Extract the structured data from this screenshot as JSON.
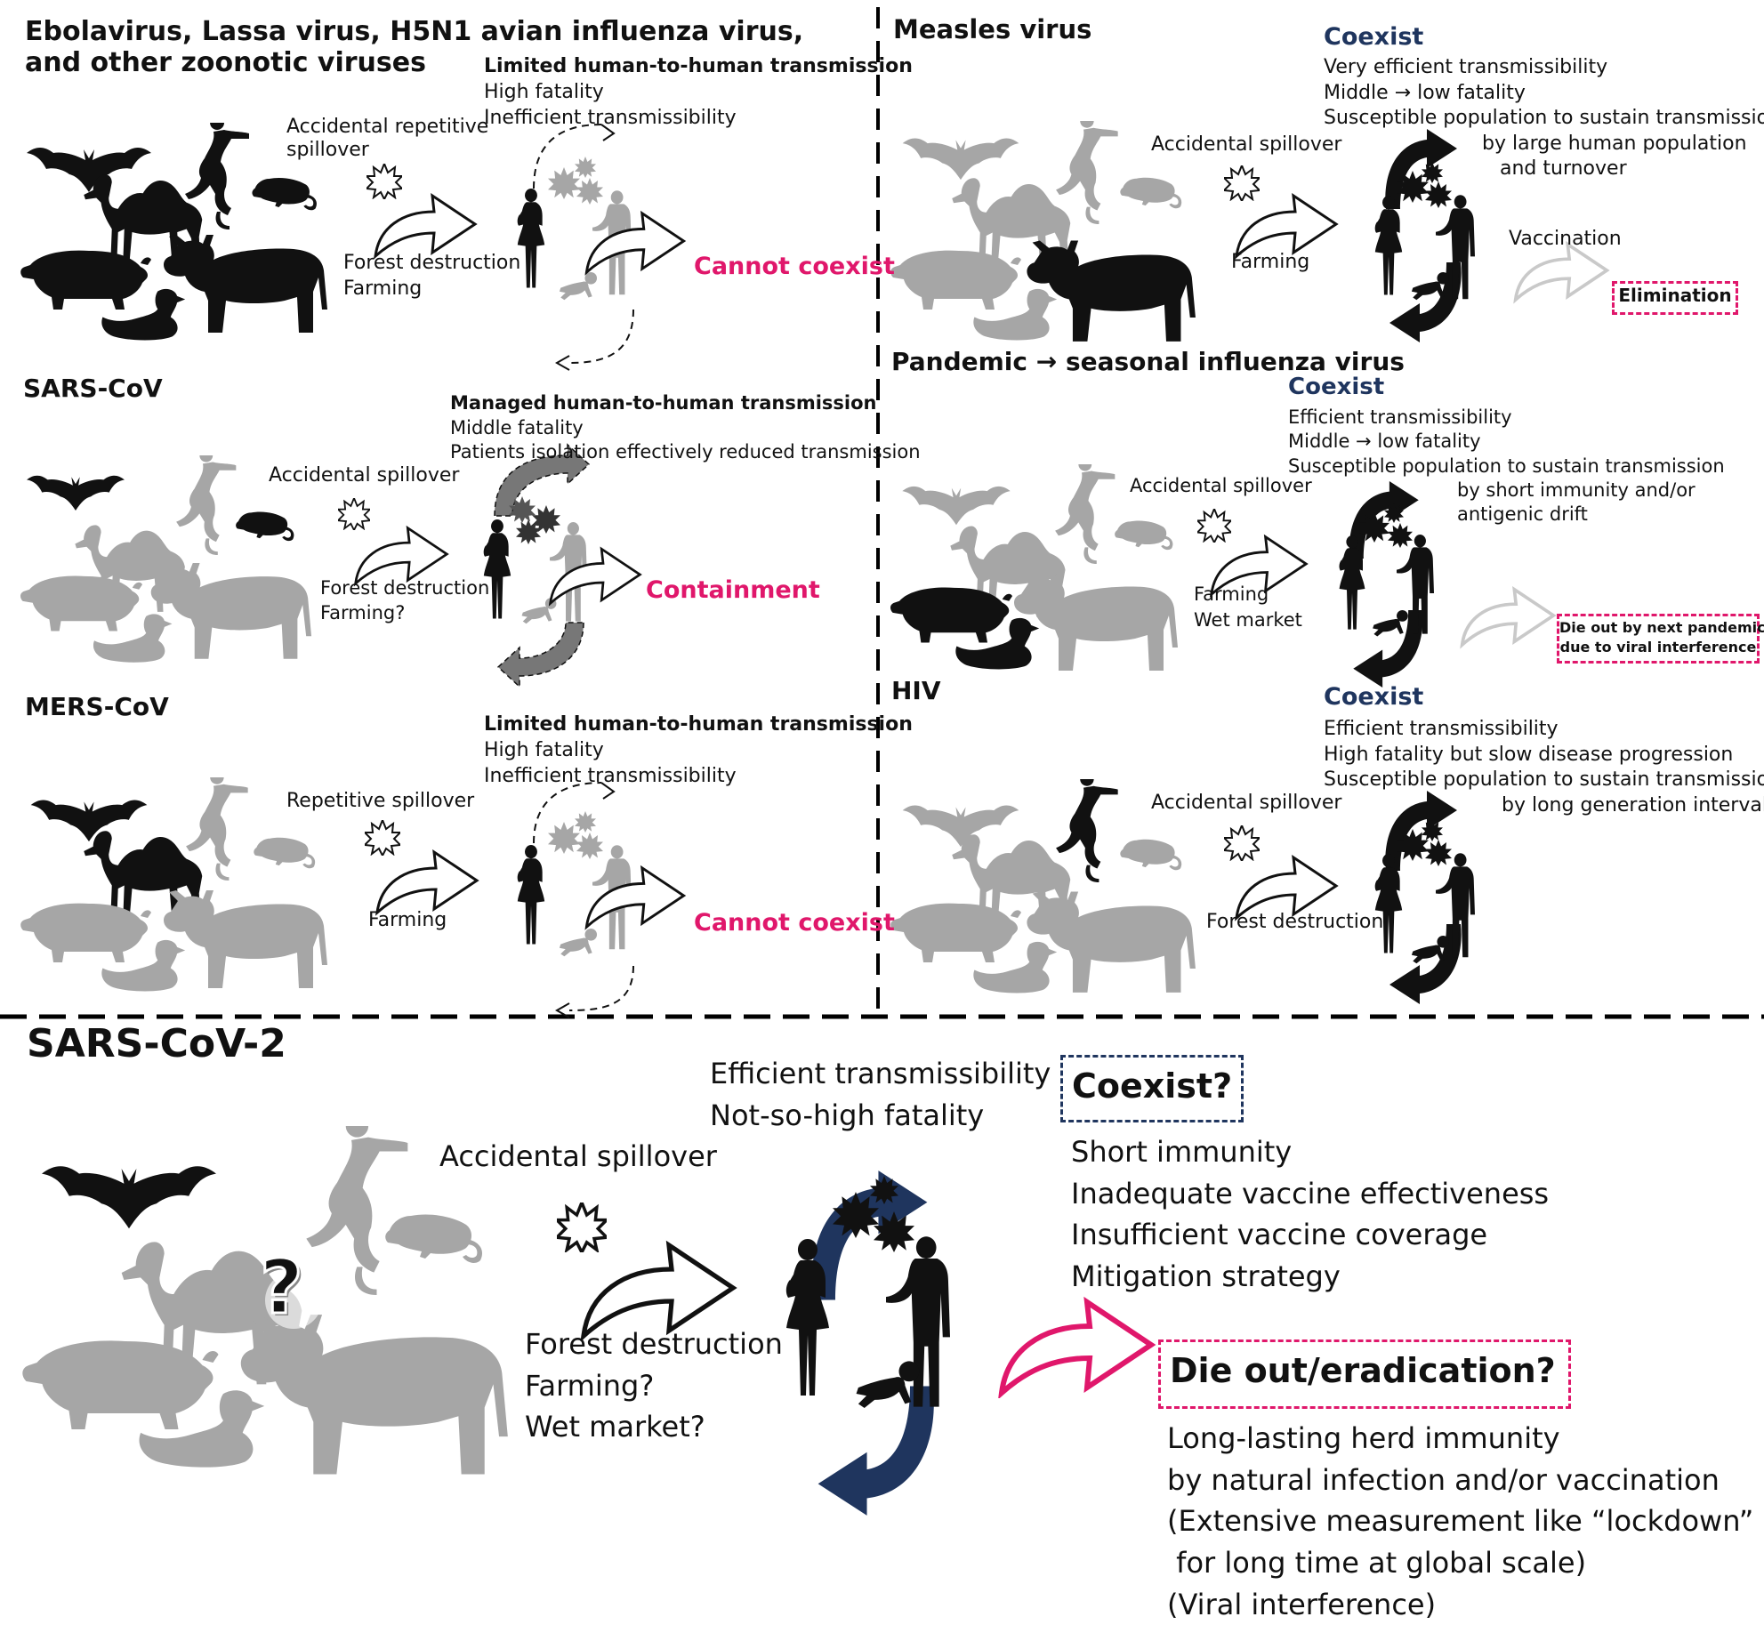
{
  "panels": {
    "zoonotic": {
      "title": [
        "Ebolavirus, Lassa virus, H5N1 avian influenza virus,",
        "and other zoonotic viruses"
      ],
      "spillover": [
        "Accidental repetitive",
        "spillover"
      ],
      "drivers": [
        "Forest destruction",
        "Farming"
      ],
      "traits": [
        "Limited human-to-human transmission",
        "High fatality",
        "Inefficient transmissibility"
      ],
      "outcome": "Cannot coexist"
    },
    "sars": {
      "title": "SARS-CoV",
      "spillover": "Accidental spillover",
      "drivers": [
        "Forest destruction",
        "Farming?"
      ],
      "traits": [
        "Managed human-to-human transmission",
        "Middle fatality",
        "Patients isolation effectively reduced transmission"
      ],
      "outcome": "Containment"
    },
    "mers": {
      "title": "MERS-CoV",
      "spillover": "Repetitive spillover",
      "drivers": [
        "Farming"
      ],
      "traits": [
        "Limited human-to-human transmission",
        "High fatality",
        "Inefficient transmissibility"
      ],
      "outcome": "Cannot coexist"
    },
    "measles": {
      "title": "Measles virus",
      "spillover": "Accidental spillover",
      "drivers": [
        "Farming"
      ],
      "coexist": "Coexist",
      "traits": [
        "Very efficient transmissibility",
        "Middle → low fatality",
        "Susceptible population to sustain transmission",
        "by large human population",
        "and turnover"
      ],
      "intervention": "Vaccination",
      "outcome": "Elimination"
    },
    "influenza": {
      "title": "Pandemic → seasonal influenza virus",
      "spillover": "Accidental spillover",
      "drivers": [
        "Farming",
        "Wet market"
      ],
      "coexist": "Coexist",
      "traits": [
        "Efficient transmissibility",
        "Middle → low fatality",
        "Susceptible population to sustain transmission",
        "by short immunity and/or",
        "antigenic drift"
      ],
      "outcome": [
        "Die out by next pandemic",
        "due to viral interference"
      ]
    },
    "hiv": {
      "title": "HIV",
      "spillover": "Accidental spillover",
      "drivers": [
        "Forest destruction"
      ],
      "coexist": "Coexist",
      "traits": [
        "Efficient transmissibility",
        "High fatality but slow disease progression",
        "Susceptible population to sustain transmission",
        "by long generation interval"
      ]
    },
    "sars2": {
      "title": "SARS-CoV-2",
      "spillover": "Accidental spillover",
      "drivers": [
        "Forest destruction",
        "Farming?",
        "Wet market?"
      ],
      "traits": [
        "Efficient transmissibility",
        "Not-so-high fatality"
      ],
      "coexist": "Coexist?",
      "coexist_factors": [
        "Short immunity",
        "Inadequate vaccine effectiveness",
        "Insufficient vaccine coverage",
        "Mitigation strategy"
      ],
      "outcome": "Die out/eradication?",
      "outcome_factors": [
        "Long-lasting herd immunity",
        "by natural infection and/or vaccination",
        "(Extensive measurement like “lockdown”",
        " for long time at global scale)",
        "(Viral interference)"
      ],
      "unknown_mark": "?"
    }
  },
  "colors": {
    "outcome": "#e0176b",
    "coexist": "#1f355e",
    "silhouette_active": "#111111",
    "silhouette_inactive": "#a6a6a6",
    "cycle_arrow": "#1f355e",
    "outcome_arrow_grey": "#c9c9c9"
  },
  "icons": [
    "bat-icon",
    "monkey-icon",
    "rodent-icon",
    "camel-icon",
    "pig-icon",
    "cow-icon",
    "duck-icon",
    "virus-icon",
    "woman-icon",
    "man-icon",
    "baby-icon",
    "curved-arrow-icon",
    "cycle-arrow-icon",
    "question-mark-icon"
  ]
}
